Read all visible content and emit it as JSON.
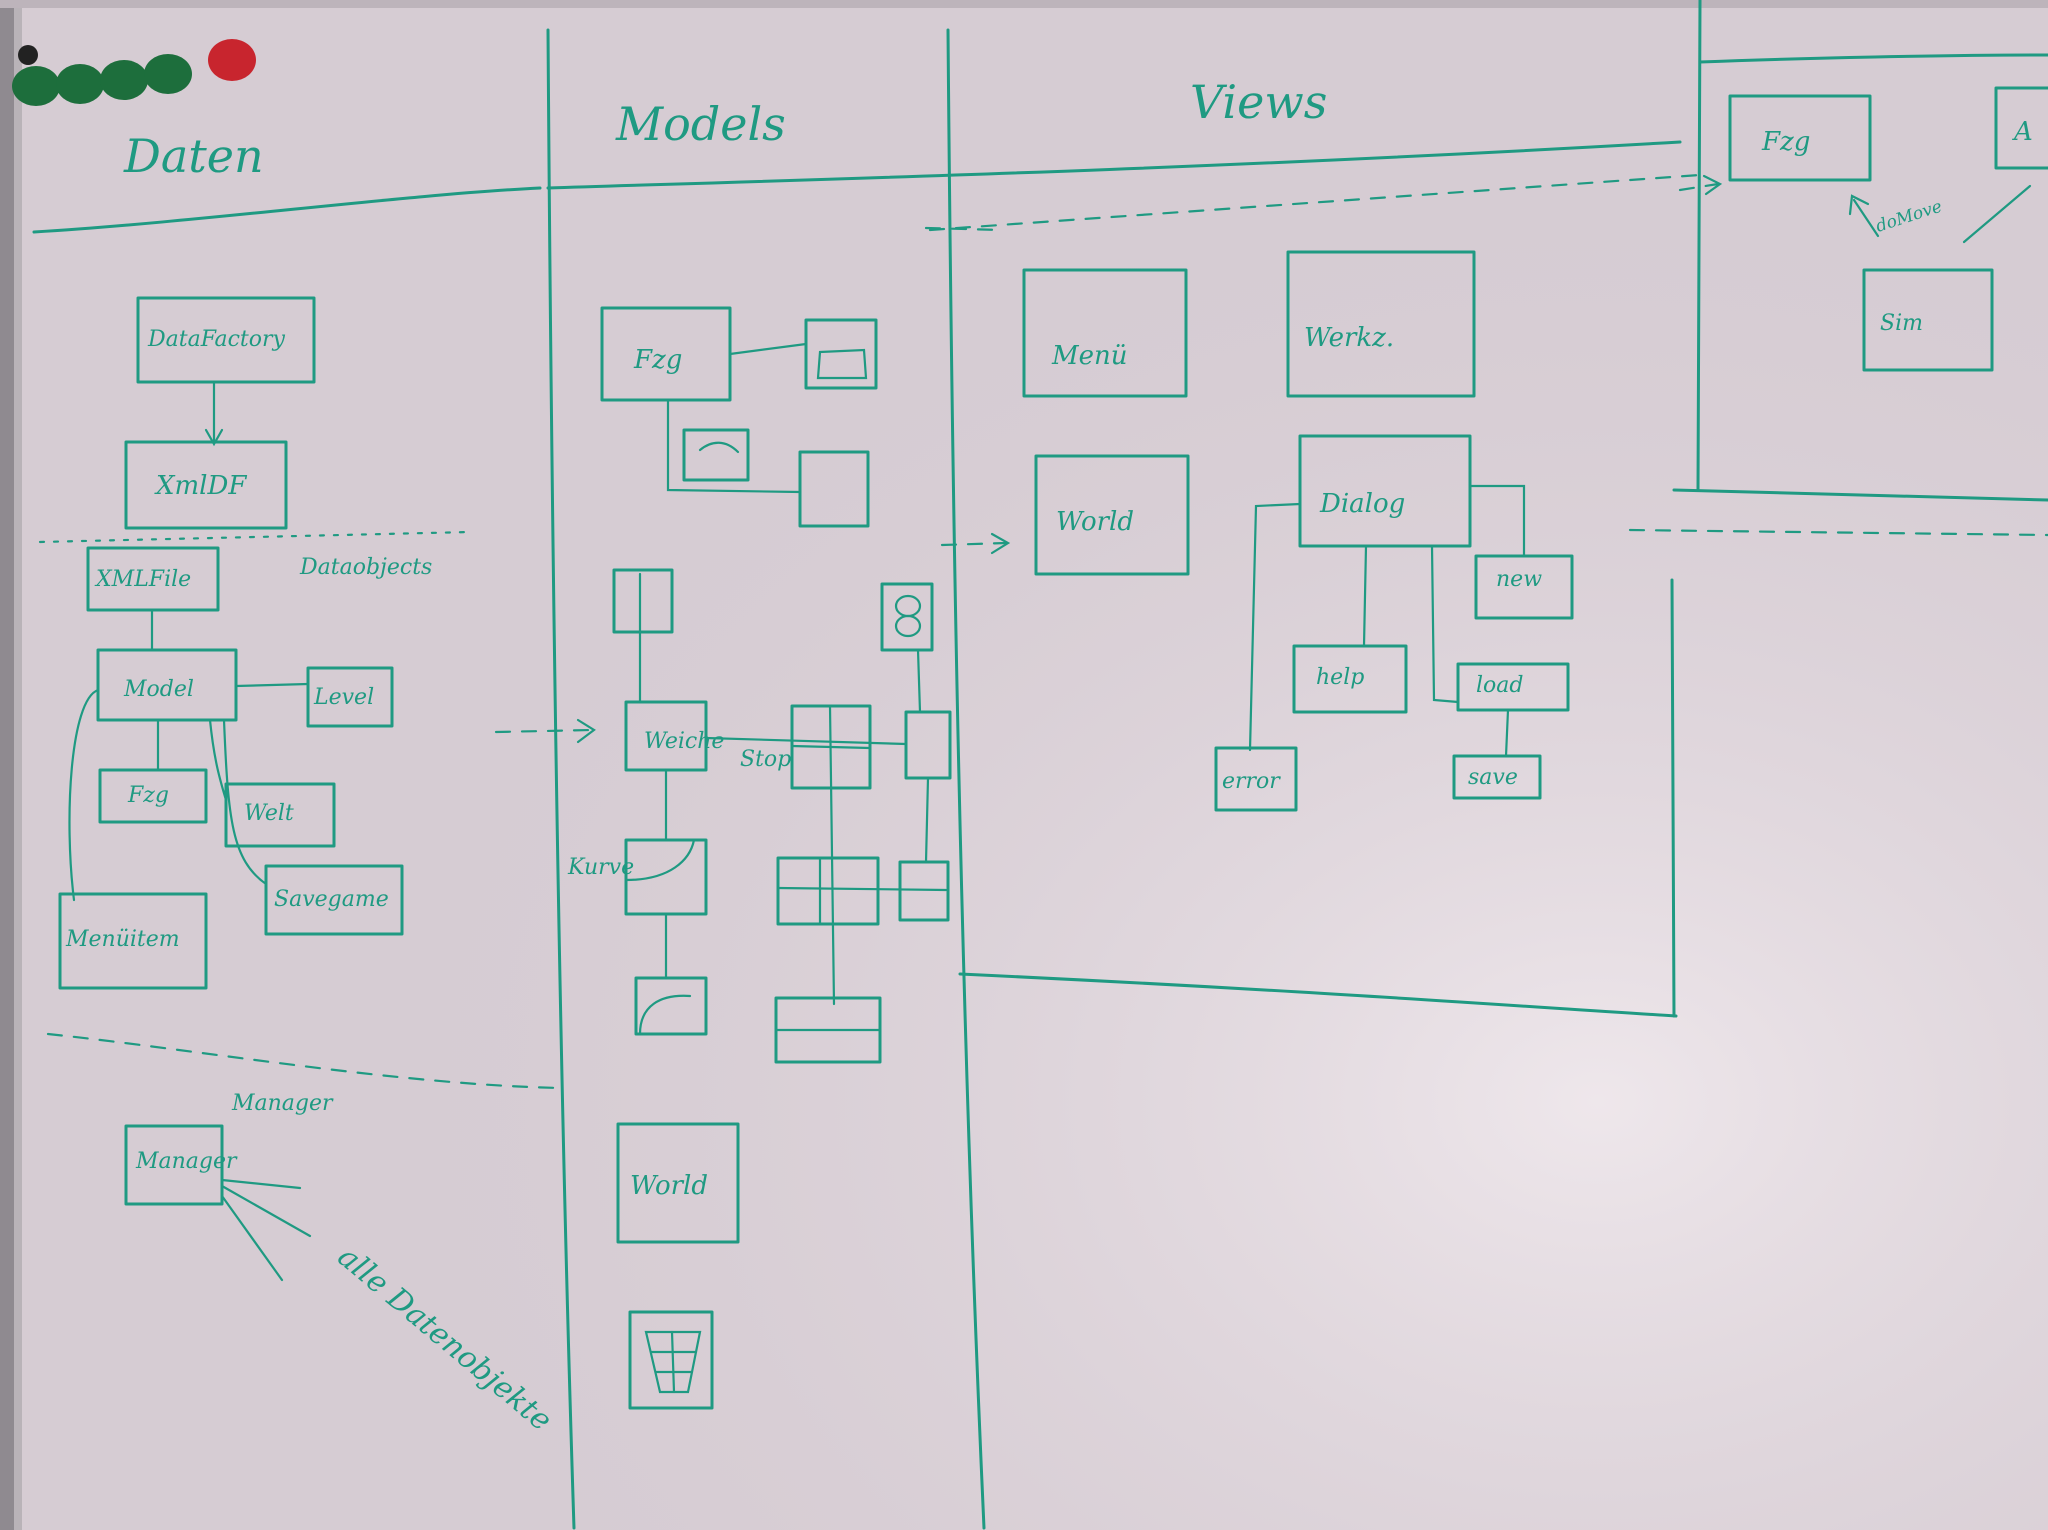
{
  "columns": {
    "daten": "Daten",
    "models": "Models",
    "views": "Views"
  },
  "daten": {
    "data_factory": "DataFactory",
    "xml_df": "XmlDF",
    "xml_file": "XMLFile",
    "data_objects": "Dataobjects",
    "model": "Model",
    "level": "Level",
    "fzg": "Fzg",
    "welt": "Welt",
    "savegame": "Savegame",
    "menuitem": "Menüitem",
    "manager_heading": "Manager",
    "manager_box": "Manager",
    "alle_datenobjekte": "alle Datenobjekte"
  },
  "models": {
    "fzg": "Fzg",
    "weiche": "Weiche",
    "stop": "Stop",
    "kurve": "Kurve",
    "world": "World"
  },
  "views": {
    "menu": "Menü",
    "werkz": "Werkz.",
    "world": "World",
    "dialog": "Dialog",
    "new": "new",
    "help": "help",
    "load": "load",
    "save": "save",
    "error": "error"
  },
  "right": {
    "fzg": "Fzg",
    "a": "A",
    "sim": "Sim",
    "arrow_label": "doMove"
  },
  "colors": {
    "marker": "#1f9a82",
    "board": "#d9cfd6",
    "magnet_green": "#1d6e3c",
    "magnet_red": "#c8252e"
  }
}
